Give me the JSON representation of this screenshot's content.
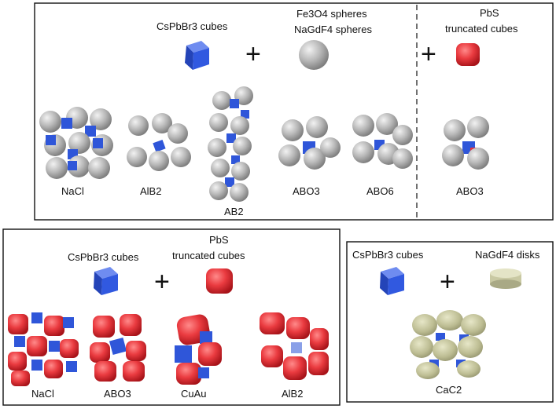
{
  "panels": {
    "top": {
      "left_group": {
        "cube_label": "CsPbBr3 cubes",
        "sphere_label_1": "Fe3O4 spheres",
        "sphere_label_2": "NaGdF4 spheres",
        "plus": "+",
        "structures": [
          "NaCl",
          "AlB2",
          "AB2",
          "ABO3",
          "ABO6"
        ]
      },
      "right_group": {
        "label_1": "PbS",
        "label_2": "truncated cubes",
        "plus": "+",
        "structure": "ABO3"
      }
    },
    "bottom_left": {
      "cube_label": "CsPbBr3 cubes",
      "label_1": "PbS",
      "label_2": "truncated cubes",
      "plus": "+",
      "structures": [
        "NaCl",
        "ABO3",
        "CuAu",
        "AlB2"
      ]
    },
    "bottom_right": {
      "cube_label": "CsPbBr3 cubes",
      "disk_label": "NaGdF4 disks",
      "plus": "+",
      "structure": "CaC2"
    }
  },
  "colors": {
    "cube_blue": "#2f56d9",
    "sphere_gray": "#b3b3b3",
    "truncated_cube_red": "#e8343a",
    "disk_olive": "#c9c9a3",
    "frame": "#111111"
  }
}
